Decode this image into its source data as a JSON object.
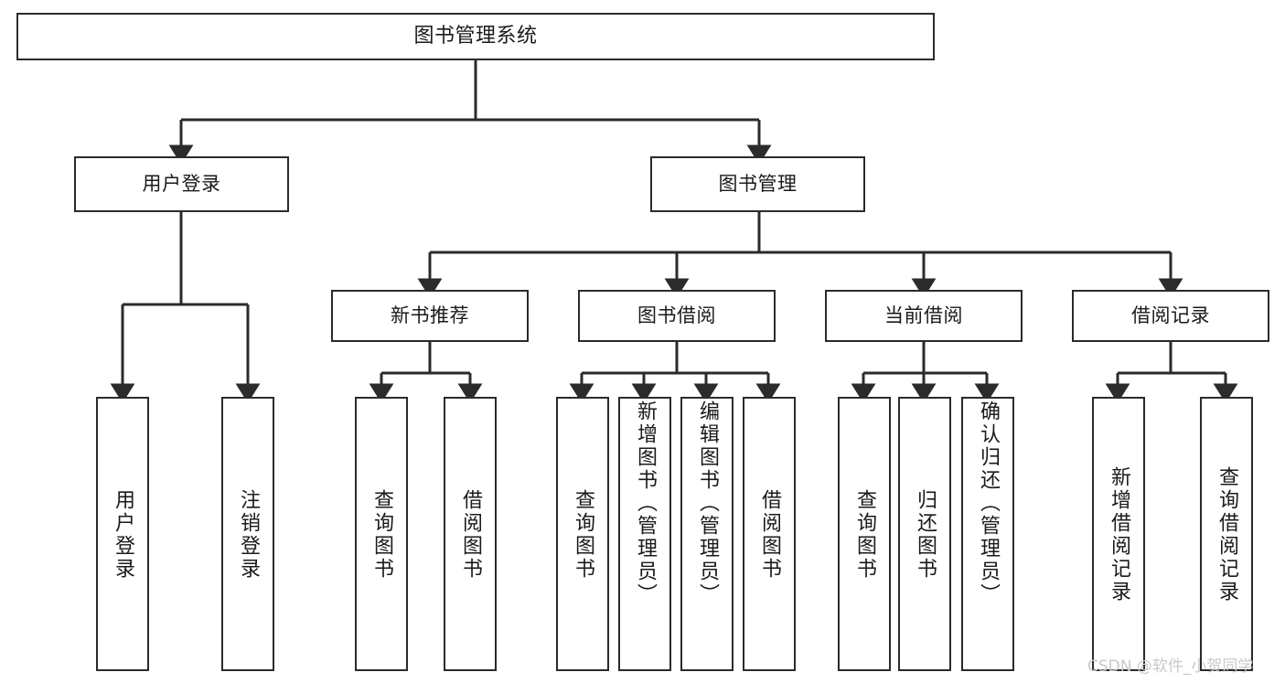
{
  "diagram": {
    "type": "tree-hierarchy-chart",
    "title": "图书管理系统",
    "background_color": "#ffffff",
    "box_border_color": "#2b2b2b",
    "line_color": "#2b2b2b"
  },
  "nodes": {
    "root": {
      "label": "图书管理系统"
    },
    "tier2": [
      {
        "id": "user-login",
        "label": "用户登录"
      },
      {
        "id": "book-manage",
        "label": "图书管理"
      }
    ],
    "tier3": [
      {
        "id": "new-book-recommend",
        "label": "新书推荐"
      },
      {
        "id": "book-borrow",
        "label": "图书借阅"
      },
      {
        "id": "current-borrow",
        "label": "当前借阅"
      },
      {
        "id": "borrow-record",
        "label": "借阅记录"
      }
    ],
    "leaves": {
      "user-login": [
        {
          "id": "leaf-user-login",
          "label": "用户登录"
        },
        {
          "id": "leaf-logout",
          "label": "注销登录"
        }
      ],
      "new-book-recommend": [
        {
          "id": "leaf-query-book-1",
          "label": "查询图书"
        },
        {
          "id": "leaf-borrow-book-1",
          "label": "借阅图书"
        }
      ],
      "book-borrow": [
        {
          "id": "leaf-query-book-2",
          "label": "查询图书"
        },
        {
          "id": "leaf-add-book",
          "label": "新增图书（管理员）"
        },
        {
          "id": "leaf-edit-book",
          "label": "编辑图书（管理员）"
        },
        {
          "id": "leaf-borrow-book-2",
          "label": "借阅图书"
        }
      ],
      "current-borrow": [
        {
          "id": "leaf-query-book-3",
          "label": "查询图书"
        },
        {
          "id": "leaf-return-book",
          "label": "归还图书"
        },
        {
          "id": "leaf-confirm-return",
          "label": "确认归还（管理员）"
        }
      ],
      "borrow-record": [
        {
          "id": "leaf-add-record",
          "label": "新增借阅记录"
        },
        {
          "id": "leaf-query-record",
          "label": "查询借阅记录"
        }
      ]
    }
  },
  "watermark": {
    "text": "CSDN @软件_小贺同学",
    "color": "#c9c9c9"
  }
}
